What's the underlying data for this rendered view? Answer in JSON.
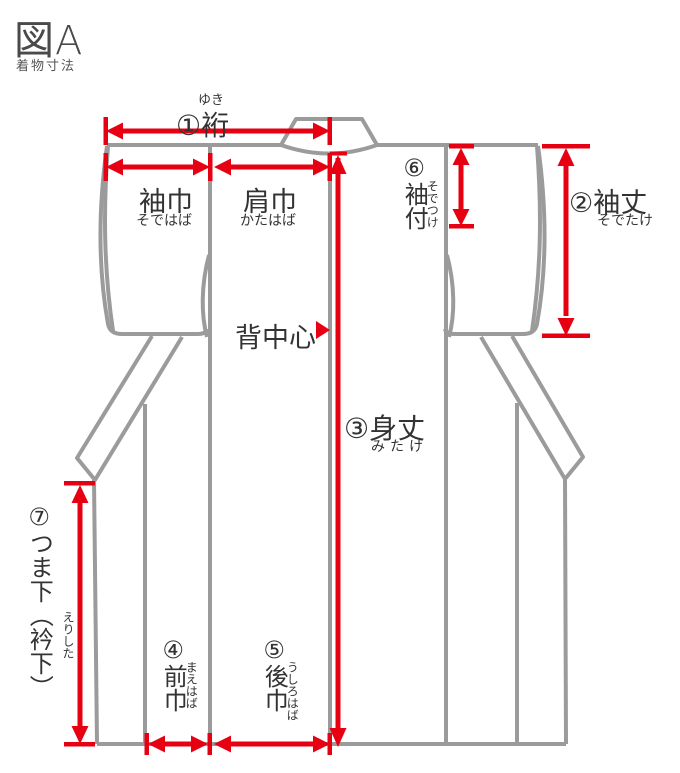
{
  "header": {
    "figure_id": "図A",
    "subtitle": "着物寸法"
  },
  "colors": {
    "measure_red": "#e60012",
    "outline_gray": "#9b9b9b",
    "text_dark": "#333333"
  },
  "labels": {
    "yuki": {
      "kana": "ゆき",
      "main": "①裄"
    },
    "sode_haba": {
      "main": "袖巾",
      "kana": "そではば"
    },
    "kata_haba": {
      "main": "肩巾",
      "kana": "かたはば"
    },
    "sode_tsuke": {
      "main": "⑥袖付",
      "kana": "そでつけ"
    },
    "sode_take": {
      "main": "②袖丈",
      "kana": "そでたけ"
    },
    "se_chushin": {
      "main": "背中心"
    },
    "mitake": {
      "main": "③身丈",
      "kana": "みたけ"
    },
    "tsuma_shita": {
      "main": "⑦つま下（衿下）",
      "kana": "えりした"
    },
    "mae_haba": {
      "main": "④前巾",
      "kana": "まえはば"
    },
    "ushiro_haba": {
      "main": "⑤後巾",
      "kana": "うしろはば"
    }
  }
}
